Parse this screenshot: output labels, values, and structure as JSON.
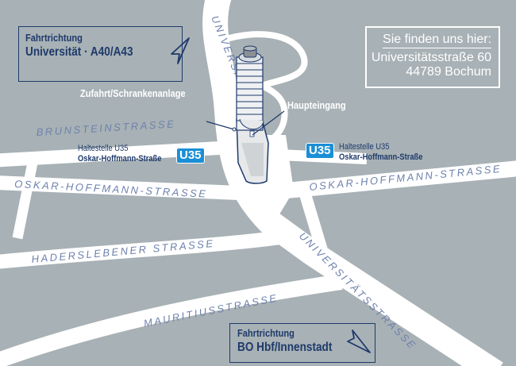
{
  "streets": {
    "universitaet_top": "UNIVERSITÄ",
    "brunstein": "BRUNSTEINSTRASSE",
    "oskar_left": "OSKAR-HOFFMANN-STRASSE",
    "oskar_right": "OSKAR-HOFFMANN-STRASSE",
    "haderslebener": "HADERSLEBENER STRASSE",
    "mauritius": "MAURITIUSSTRASSE",
    "universitaet_bottom": "UNIVERSITÄTSSTRASSE"
  },
  "direction_north": {
    "label": "Fahrtrichtung",
    "destination": "Universität · A40/A43"
  },
  "direction_south": {
    "label": "Fahrtrichtung",
    "destination": "BO Hbf/Innenstadt"
  },
  "address": {
    "heading": "Sie finden uns hier:",
    "street": "Universitätsstraße 60",
    "city": "44789 Bochum"
  },
  "labels": {
    "access": "Zufahrt/Schrankenanlage",
    "entrance": "Haupteingang"
  },
  "stops": [
    {
      "title": "Haltestelle U35",
      "name": "Oskar-Hoffmann-Straße",
      "line": "U35"
    },
    {
      "title": "Haltestelle U35",
      "name": "Oskar-Hoffmann-Straße",
      "line": "U35"
    }
  ],
  "colors": {
    "background": "#a8b1b5",
    "navy": "#1e3a6b",
    "ubahn": "#1a8fd6",
    "street_label": "#6e82ad"
  }
}
